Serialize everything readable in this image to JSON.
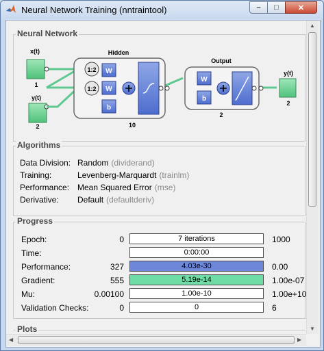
{
  "window": {
    "title": "Neural Network Training (nntraintool)",
    "minimize_glyph": "–",
    "maximize_glyph": "□",
    "close_glyph": "✕"
  },
  "network": {
    "section_title": "Neural Network",
    "inputs": [
      {
        "name": "x(t)",
        "size": "1"
      },
      {
        "name": "y(t)",
        "size": "2"
      }
    ],
    "tdl_labels": [
      "1:2",
      "1:2"
    ],
    "hidden": {
      "title": "Hidden",
      "size": "10"
    },
    "output": {
      "title": "Output",
      "size": "2"
    },
    "output_node": {
      "name": "y(t)",
      "size": "2"
    },
    "weight_label": "W",
    "bias_label": "b"
  },
  "algorithms": {
    "section_title": "Algorithms",
    "rows": [
      {
        "label": "Data Division:",
        "value": "Random",
        "hint": "(dividerand)"
      },
      {
        "label": "Training:",
        "value": "Levenberg-Marquardt",
        "hint": "(trainlm)"
      },
      {
        "label": "Performance:",
        "value": "Mean Squared Error",
        "hint": "(mse)"
      },
      {
        "label": "Derivative:",
        "value": "Default",
        "hint": "(defaultderiv)"
      }
    ]
  },
  "progress": {
    "section_title": "Progress",
    "colors": {
      "performance": "#6f87d9",
      "gradient": "#6fdca5"
    },
    "rows": [
      {
        "label": "Epoch:",
        "start": "0",
        "current": "7 iterations",
        "end": "1000",
        "fill": 0.0
      },
      {
        "label": "Time:",
        "start": "",
        "current": "0:00:00",
        "end": "",
        "fill": 0.0
      },
      {
        "label": "Performance:",
        "start": "327",
        "current": "4.03e-30",
        "end": "0.00",
        "fill": 1.0
      },
      {
        "label": "Gradient:",
        "start": "555",
        "current": "5.19e-14",
        "end": "1.00e-07",
        "fill": 1.0
      },
      {
        "label": "Mu:",
        "start": "0.00100",
        "current": "1.00e-10",
        "end": "1.00e+10",
        "fill": 0.0
      },
      {
        "label": "Validation Checks:",
        "start": "0",
        "current": "0",
        "end": "6",
        "fill": 0.0
      }
    ]
  },
  "plots": {
    "section_title": "Plots"
  }
}
